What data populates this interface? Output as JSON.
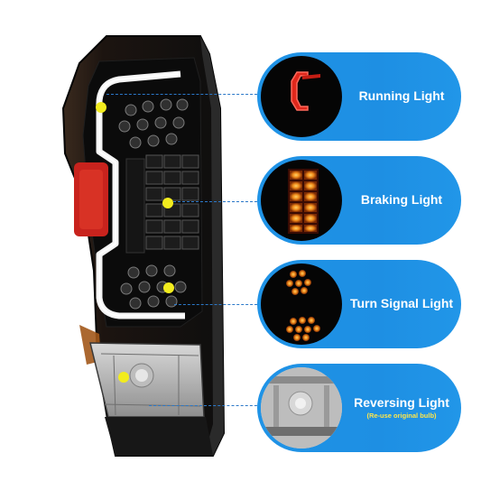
{
  "features": [
    {
      "label": "Running Light"
    },
    {
      "label": "Braking Light"
    },
    {
      "label": "Turn Signal Light"
    },
    {
      "label": "Reversing Light",
      "note": "(Re-use original bulb)"
    }
  ],
  "colors": {
    "pill": "#1e8fe3",
    "marker": "#f2ec1e",
    "connector": "#2b78c8",
    "note_text": "#ffe64a"
  }
}
